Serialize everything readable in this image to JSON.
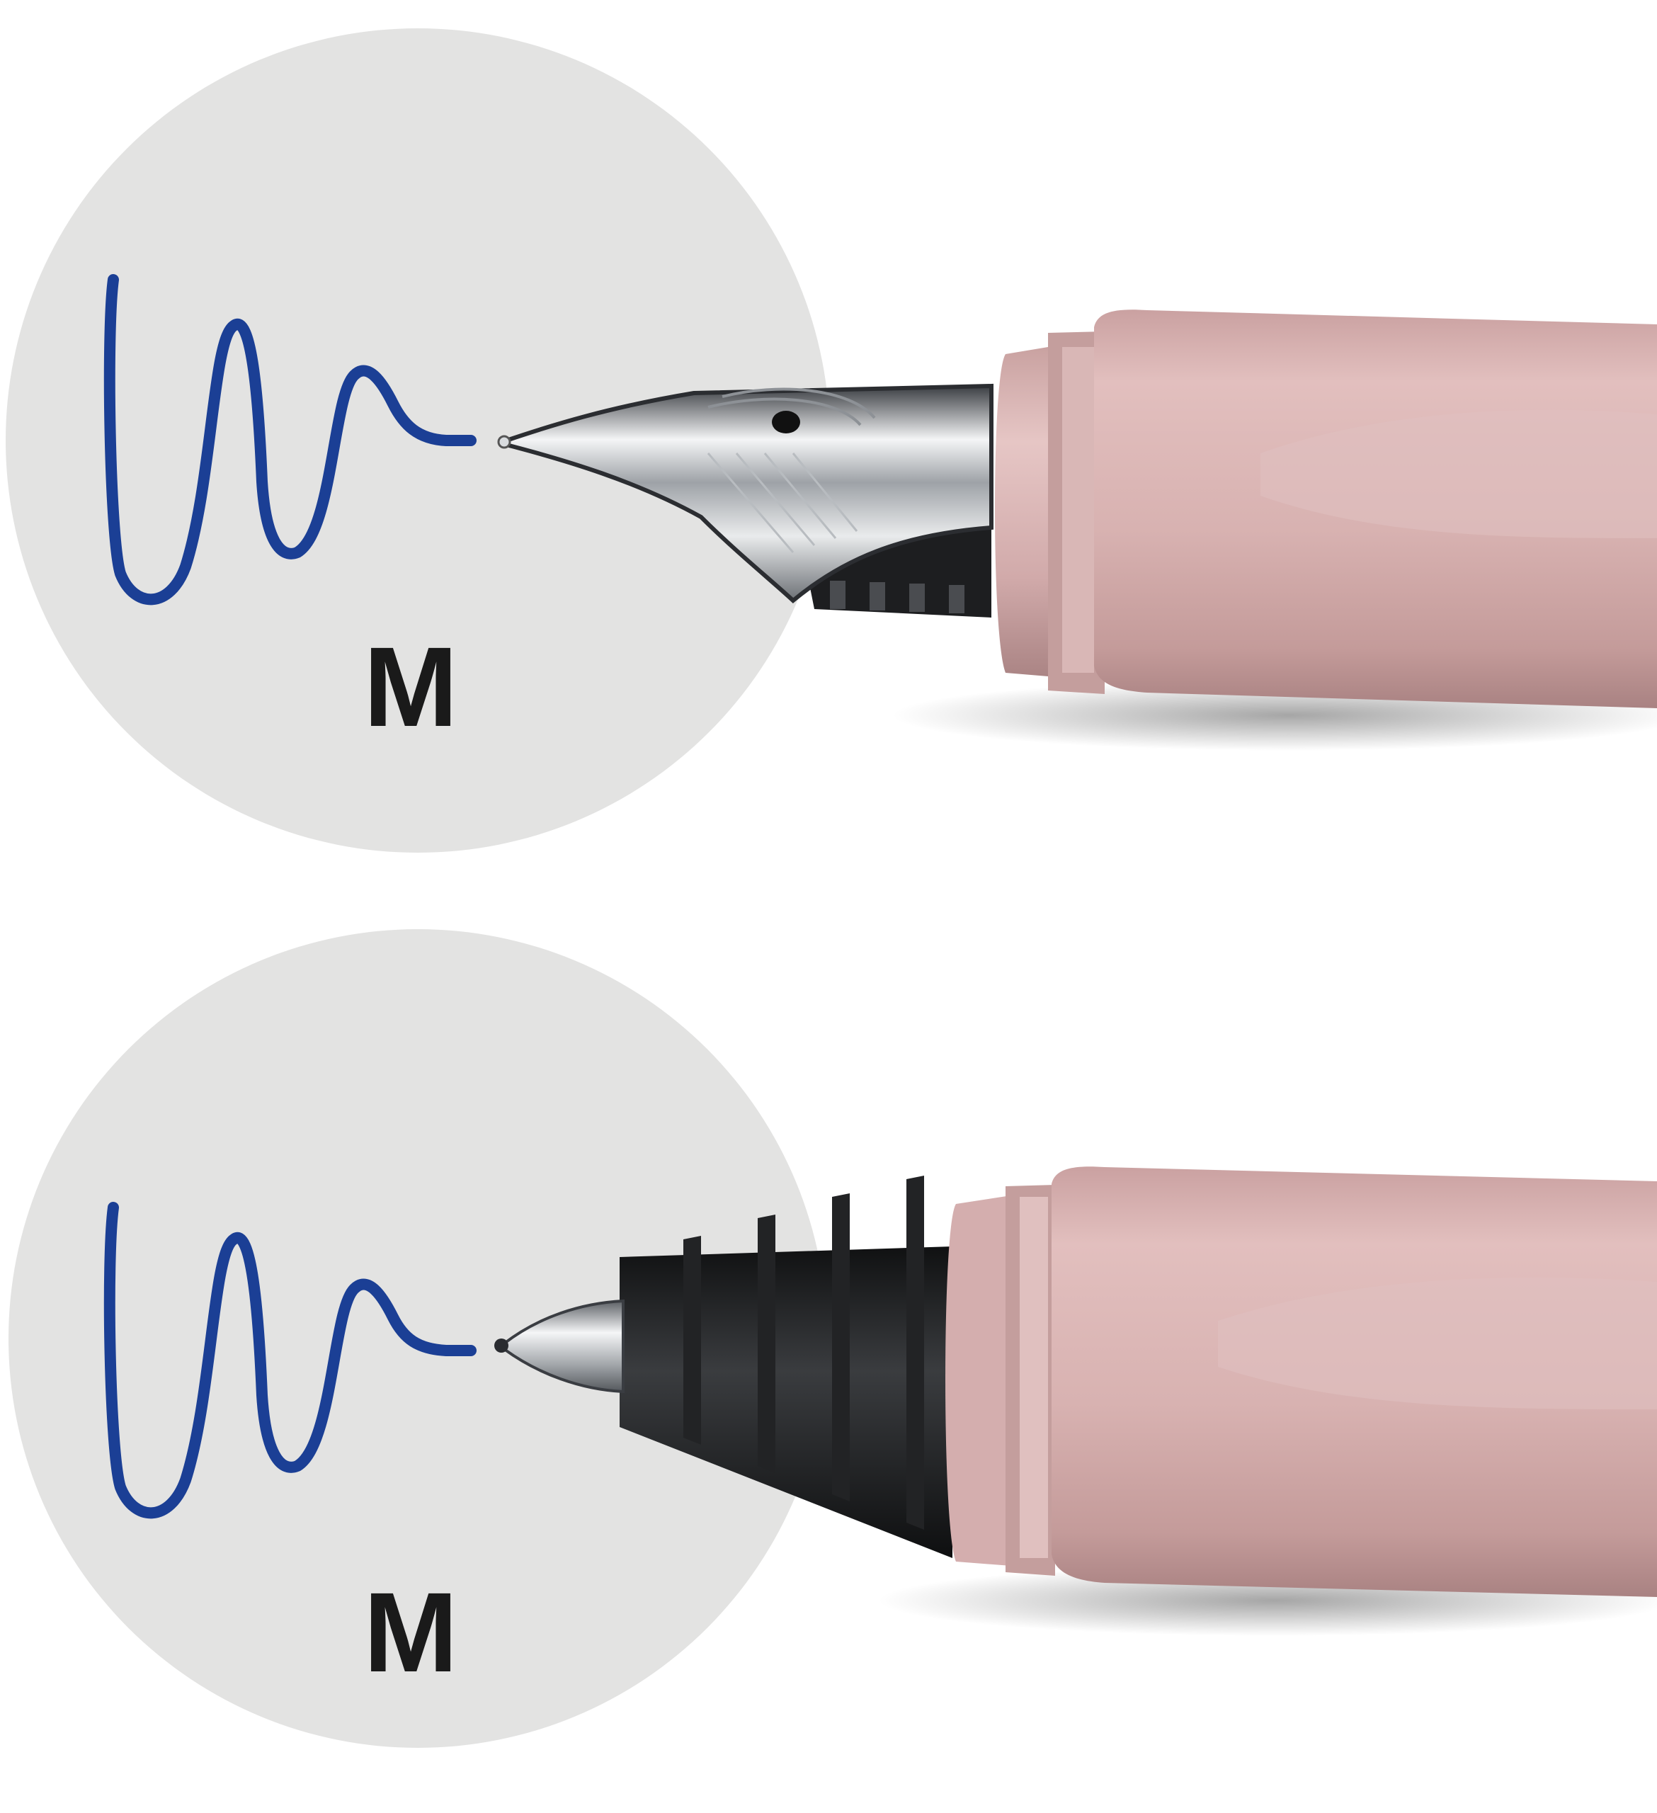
{
  "colors": {
    "background": "#ffffff",
    "circle": "#e3e3e2",
    "ink": "#1b3f95",
    "barrel": "#d9b5b4",
    "label": "#1a1a1a"
  },
  "icons": {
    "scribble": "handwriting-sample-icon",
    "fountain": "fountain-pen-nib-icon",
    "roller": "rollerball-tip-icon"
  },
  "panels": [
    {
      "type": "fountain-pen",
      "size_label": "M"
    },
    {
      "type": "rollerball-pen",
      "size_label": "M"
    }
  ]
}
